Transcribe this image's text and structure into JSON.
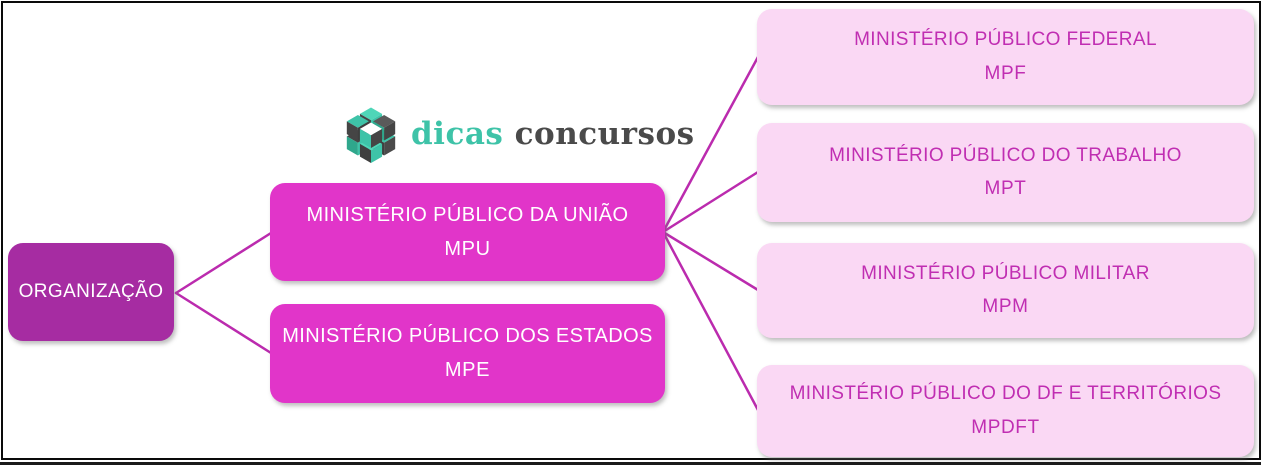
{
  "diagram": {
    "root": {
      "label": "ORGANIZAÇÃO"
    },
    "level2": [
      {
        "title": "MINISTÉRIO PÚBLICO DA UNIÃO",
        "acronym": "MPU"
      },
      {
        "title": "MINISTÉRIO PÚBLICO DOS ESTADOS",
        "acronym": "MPE"
      }
    ],
    "level3": [
      {
        "title": "MINISTÉRIO PÚBLICO FEDERAL",
        "acronym": "MPF"
      },
      {
        "title": "MINISTÉRIO PÚBLICO DO TRABALHO",
        "acronym": "MPT"
      },
      {
        "title": "MINISTÉRIO PÚBLICO MILITAR",
        "acronym": "MPM"
      },
      {
        "title": "MINISTÉRIO PÚBLICO DO DF E TERRITÓRIOS",
        "acronym": "MPDFT"
      }
    ],
    "colors": {
      "root_fill": "#a62ca2",
      "level2_fill": "#e135c9",
      "level3_fill": "#fad8f4",
      "level3_text": "#c02eb2",
      "node_text_light": "#ffffff",
      "connector": "#bb2bae",
      "frame_border": "#0a0a0a",
      "bottom_rule": "#1b1b1b"
    }
  },
  "logo": {
    "word1": "dicas",
    "word2": " concursos",
    "icon": "isometric-cubes-logo-icon",
    "teal": "#3ec3a8",
    "dark_gray": "#4a4a4a"
  }
}
